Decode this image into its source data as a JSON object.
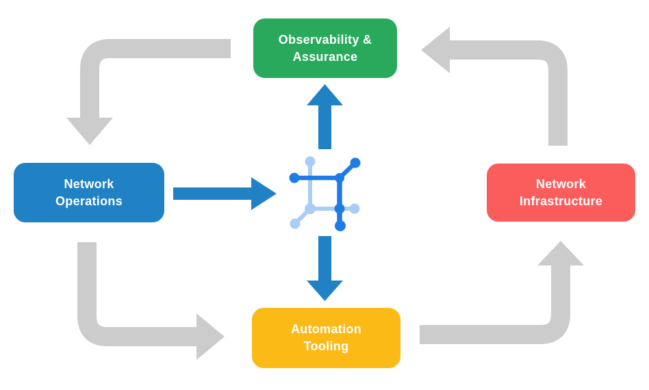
{
  "diagram": {
    "type": "cycle-flow-diagram",
    "background": "#ffffff",
    "boxes": {
      "observability": {
        "line1": "Observability &",
        "line2": "Assurance",
        "color": "#28a95c"
      },
      "operations": {
        "line1": "Network",
        "line2": "Operations",
        "color": "#2082c4"
      },
      "infrastructure": {
        "line1": "Network",
        "line2": "Infrastructure",
        "color": "#fb5d5d"
      },
      "automation": {
        "line1": "Automation",
        "line2": "Tooling",
        "color": "#fcba16"
      }
    },
    "center_icon": "network-mesh-icon",
    "colors": {
      "arrow_gray": "#cccccc",
      "arrow_blue": "#2082c4",
      "icon_blue": "#1e7ce6",
      "icon_light_blue": "#a9cdf3"
    },
    "flow": [
      "Observability & Assurance -> Network Operations",
      "Network Operations -> Automation Tooling",
      "Automation Tooling -> Network Infrastructure",
      "Network Infrastructure -> Observability & Assurance",
      "Network Operations -> center platform",
      "center platform -> Observability & Assurance",
      "center platform -> Automation Tooling"
    ]
  }
}
